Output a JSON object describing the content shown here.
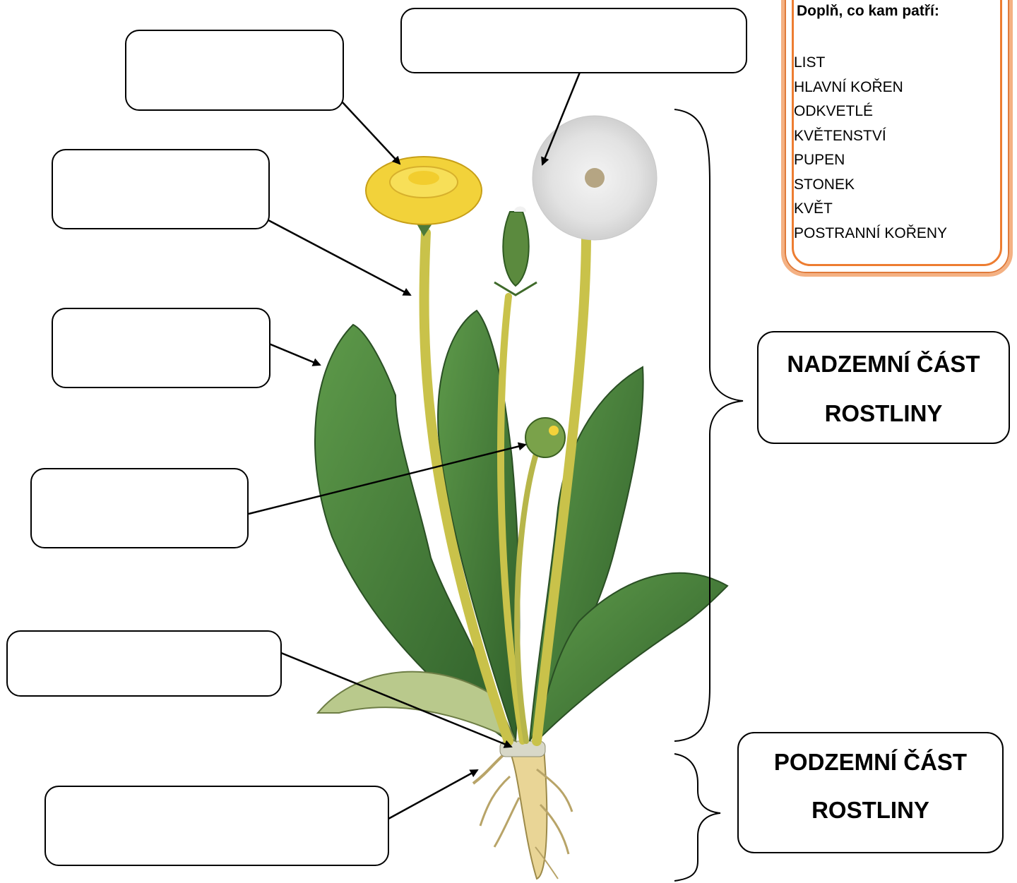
{
  "word_bank": {
    "title": "Doplň, co kam patří:",
    "words": [
      "LIST",
      "HLAVNÍ KOŘEN",
      "ODKVETLÉ",
      "KVĚTENSTVÍ",
      "PUPEN",
      "STONEK",
      "KVĚT",
      "POSTRANNÍ KOŘENY"
    ]
  },
  "regions": {
    "above_ground": {
      "line1": "NADZEMNÍ ČÁST",
      "line2": "ROSTLINY"
    },
    "below_ground": {
      "line1": "PODZEMNÍ ČÁST",
      "line2": "ROSTLINY"
    }
  },
  "colors": {
    "word_bank_border": "#ed7d31",
    "flower_yellow": "#f2d23a",
    "leaf_green": "#3f7a36",
    "stem_yellow": "#c9c24a",
    "root": "#e9d596"
  }
}
